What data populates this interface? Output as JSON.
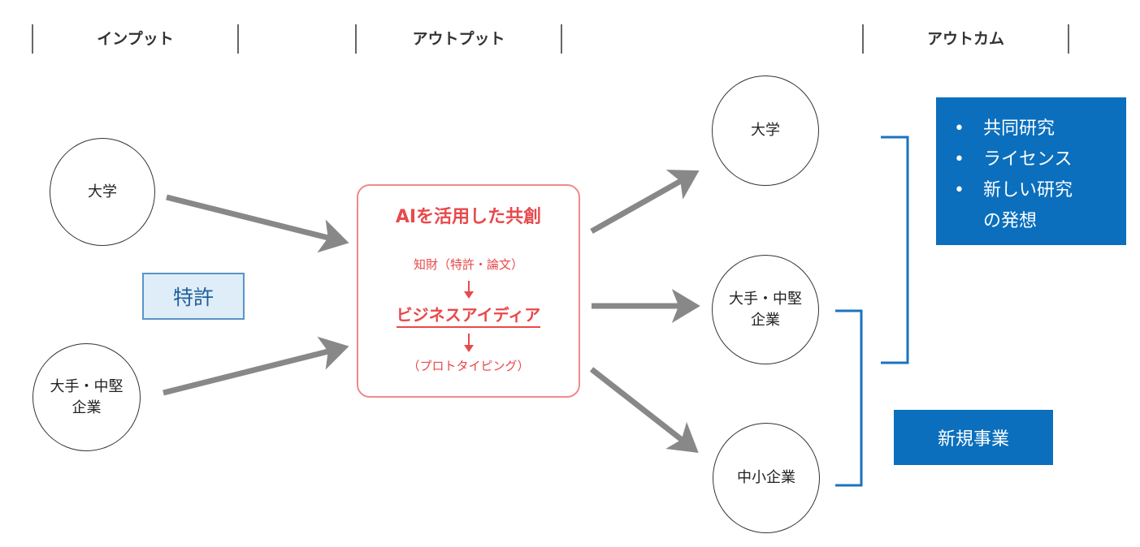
{
  "headers": {
    "input": "インプット",
    "output": "アウトプット",
    "outcome": "アウトカム"
  },
  "inputs": {
    "university": "大学",
    "large_company": [
      "大手・中堅",
      "企業"
    ]
  },
  "patent_label": "特許",
  "center": {
    "title": "AIを活用した共創",
    "step1": "知財（特許・論文）",
    "step2": "ビジネスアイディア",
    "step3": "（プロトタイピング）"
  },
  "outputs": {
    "university": "大学",
    "large_company": [
      "大手・中堅",
      "企業"
    ],
    "sme": "中小企業"
  },
  "outcomes": {
    "list": [
      {
        "bullet": "•",
        "text": "共同研究"
      },
      {
        "bullet": "•",
        "text": "ライセンス"
      },
      {
        "bullet": "•",
        "text": "新しい研究"
      },
      {
        "bullet": "",
        "text": "の発想"
      }
    ],
    "new_business": "新規事業"
  },
  "colors": {
    "arrow_gray": "#888888",
    "accent_red": "#e8494b",
    "outcome_blue": "#0b6fbd",
    "bracket_blue": "#1a73c0"
  }
}
